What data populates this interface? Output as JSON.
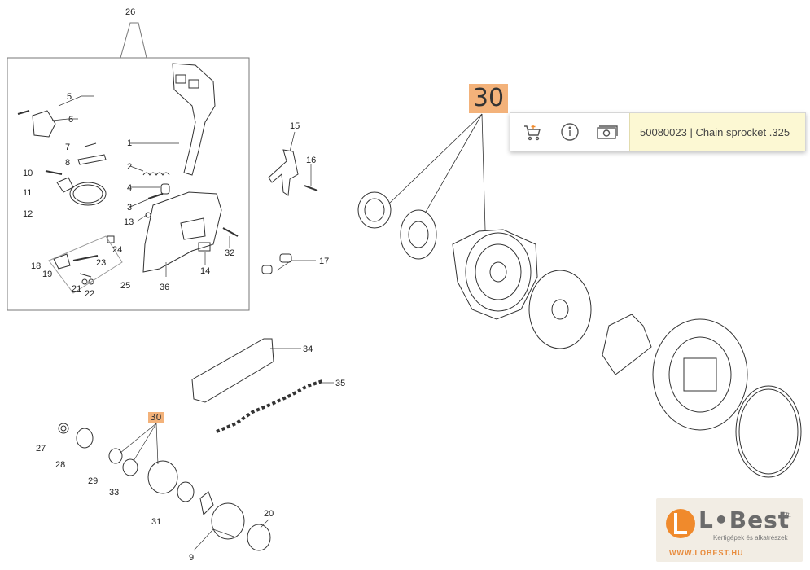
{
  "callouts": {
    "n1": "1",
    "n2": "2",
    "n3": "3",
    "n4": "4",
    "n5": "5",
    "n6": "6",
    "n7": "7",
    "n8": "8",
    "n9": "9",
    "n10": "10",
    "n11": "11",
    "n12": "12",
    "n13": "13",
    "n14": "14",
    "n15": "15",
    "n16": "16",
    "n17": "17",
    "n18": "18",
    "n19": "19",
    "n20": "20",
    "n21": "21",
    "n22": "22",
    "n23": "23",
    "n24": "24",
    "n25": "25",
    "n26": "26",
    "n27": "27",
    "n28": "28",
    "n29": "29",
    "n30": "30",
    "n31": "31",
    "n32": "32",
    "n33": "33",
    "n34": "34",
    "n35": "35",
    "n36": "36"
  },
  "highlight": {
    "big_number": "30",
    "small_number": "30",
    "color": "#f3b27a"
  },
  "popup": {
    "part_text": "50080023 | Chain sprocket .325",
    "icons": [
      "add-to-cart-icon",
      "info-icon",
      "price-icon"
    ],
    "desc_bg": "#fcf8d3"
  },
  "logo": {
    "brand": "L•Best",
    "kft": "Kft.",
    "tagline": "Kertigépek és alkatrészek",
    "url": "WWW.LOBEST.HU",
    "accent": "#f08a2c"
  }
}
